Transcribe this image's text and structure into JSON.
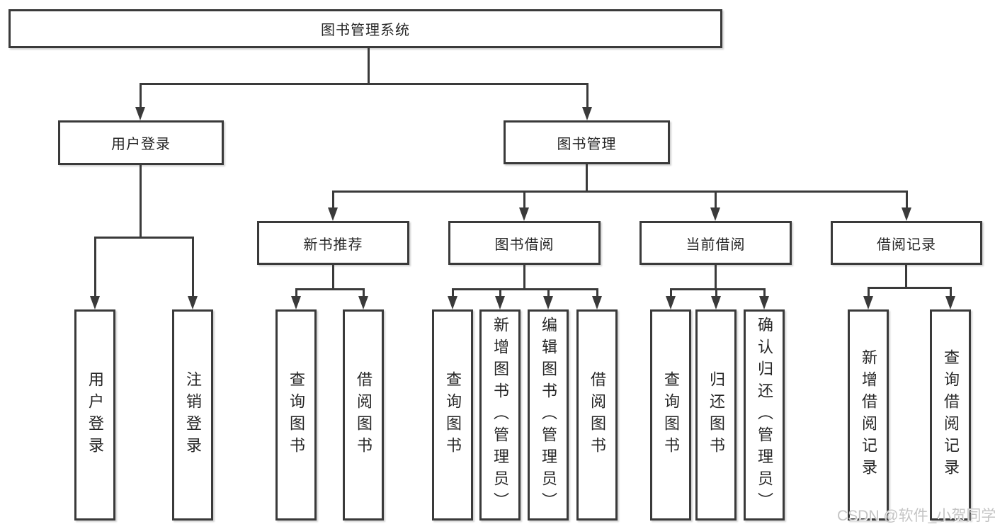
{
  "diagram": {
    "root": {
      "label": "图书管理系统"
    },
    "branches": [
      {
        "label": "用户登录",
        "children": [
          {
            "label": "用户登录"
          },
          {
            "label": "注销登录"
          }
        ]
      },
      {
        "label": "图书管理",
        "children": [
          {
            "label": "新书推荐",
            "children": [
              {
                "label": "查询图书"
              },
              {
                "label": "借阅图书"
              }
            ]
          },
          {
            "label": "图书借阅",
            "children": [
              {
                "label": "查询图书"
              },
              {
                "label": "新增图书（管理员）"
              },
              {
                "label": "编辑图书（管理员）"
              },
              {
                "label": "借阅图书"
              }
            ]
          },
          {
            "label": "当前借阅",
            "children": [
              {
                "label": "查询图书"
              },
              {
                "label": "归还图书"
              },
              {
                "label": "确认归还（管理员）"
              }
            ]
          },
          {
            "label": "借阅记录",
            "children": [
              {
                "label": "新增借阅记录"
              },
              {
                "label": "查询借阅记录"
              }
            ]
          }
        ]
      }
    ]
  },
  "watermark": {
    "text": "CSDN @软件_小贺同学"
  },
  "colors": {
    "line": "#3a3a3a",
    "text": "#262626",
    "background": "#ffffff",
    "watermark": "#c4c4c4"
  }
}
